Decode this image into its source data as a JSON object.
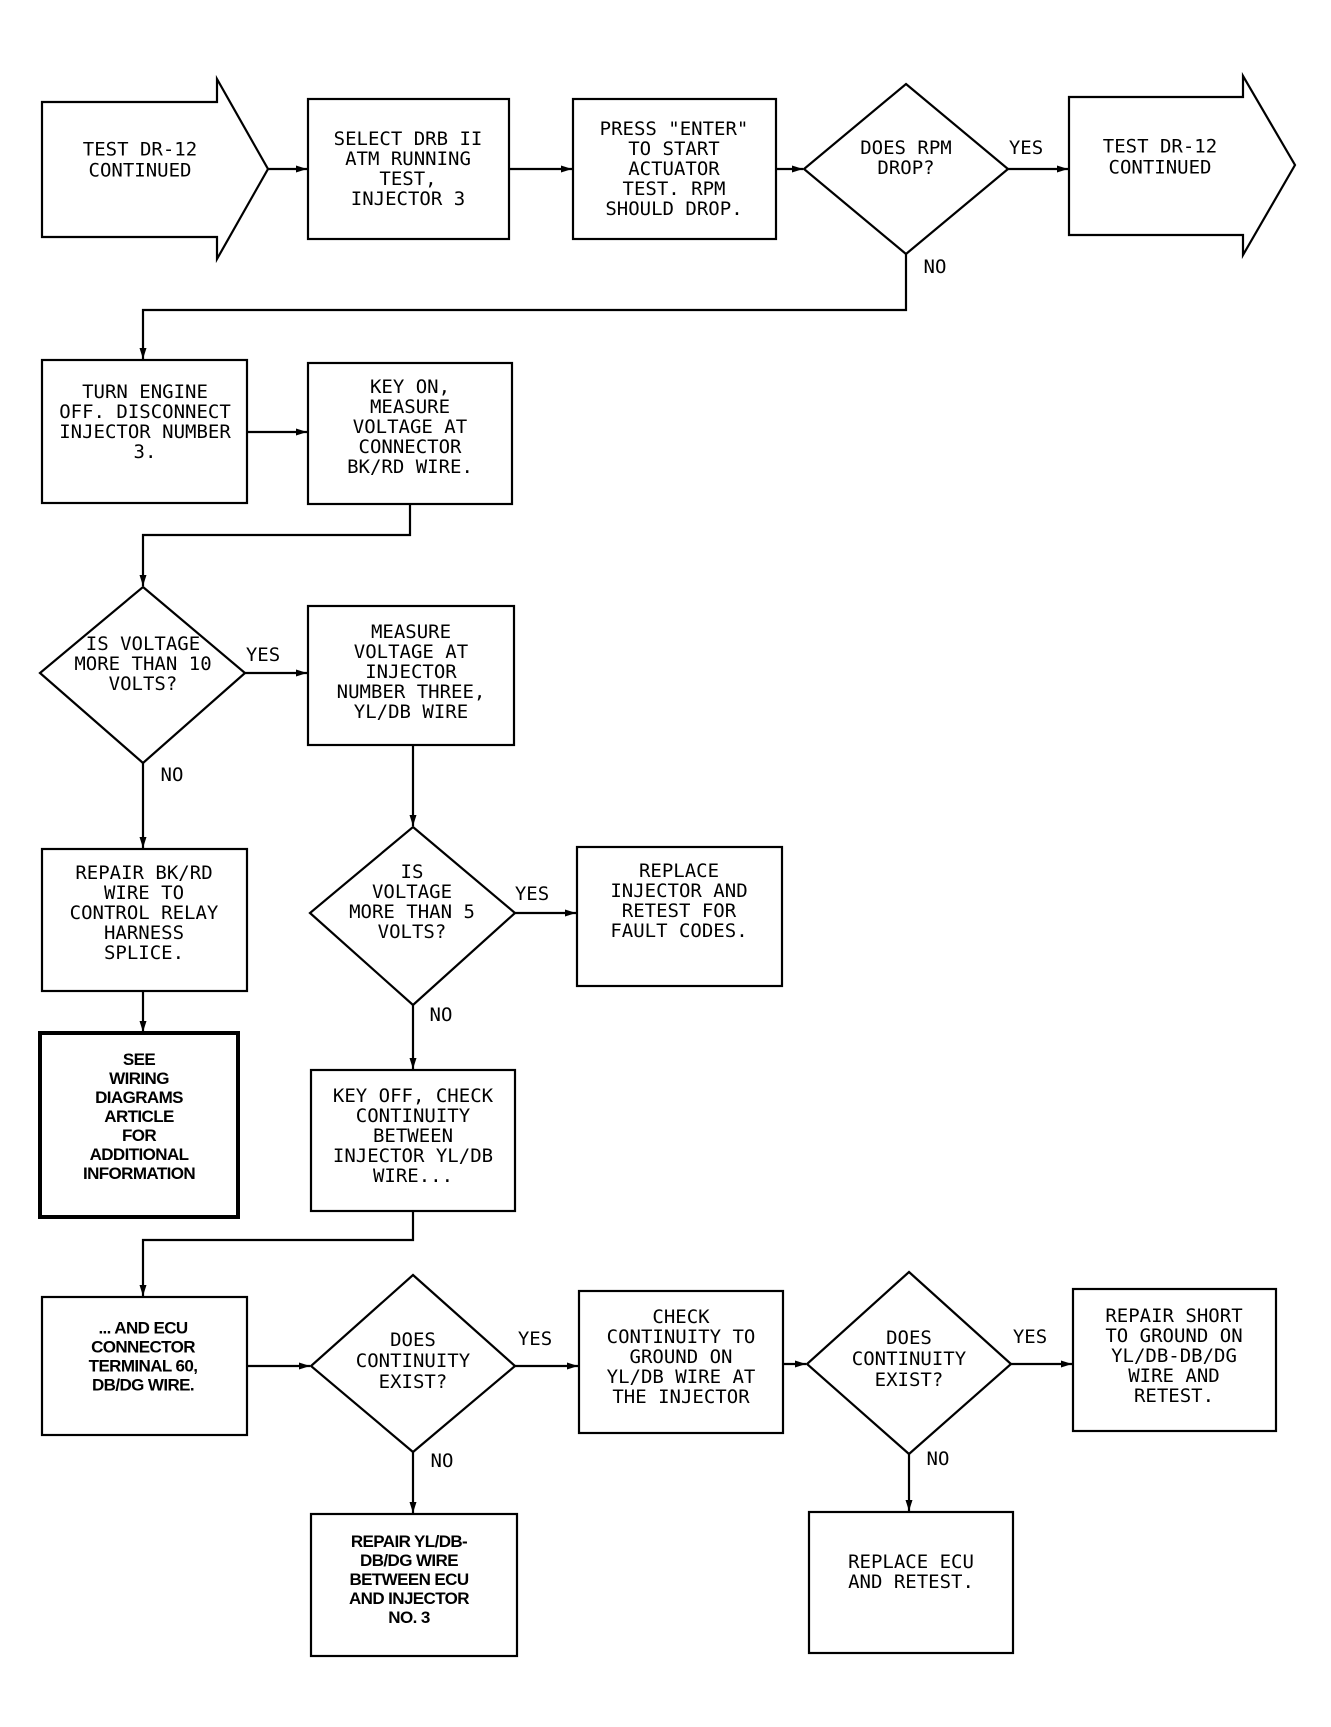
{
  "nodes": {
    "start_arrow": [
      "TEST DR-12",
      "CONTINUED"
    ],
    "select_test": [
      "SELECT DRB II",
      "ATM RUNNING",
      "TEST,",
      "INJECTOR 3"
    ],
    "press_enter": [
      "PRESS \"ENTER\"",
      "TO START",
      "ACTUATOR",
      "TEST. RPM",
      "SHOULD DROP."
    ],
    "rpm_drop": [
      "DOES RPM",
      "DROP?"
    ],
    "end_arrow": [
      "TEST DR-12",
      "CONTINUED"
    ],
    "turn_off": [
      "TURN ENGINE",
      "OFF. DISCONNECT",
      "INJECTOR NUMBER",
      "3."
    ],
    "key_on": [
      "KEY ON,",
      "MEASURE",
      "VOLTAGE AT",
      "CONNECTOR",
      "BK/RD WIRE."
    ],
    "volt10": [
      "IS VOLTAGE",
      "MORE THAN 10",
      "VOLTS?"
    ],
    "measure_inj": [
      "MEASURE",
      "VOLTAGE AT",
      "INJECTOR",
      "NUMBER THREE,",
      "YL/DB WIRE"
    ],
    "repair_bkrd": [
      "REPAIR BK/RD",
      "WIRE TO",
      "CONTROL RELAY",
      "HARNESS",
      "SPLICE."
    ],
    "volt5": [
      "IS",
      "VOLTAGE",
      "MORE THAN 5",
      "VOLTS?"
    ],
    "replace_inj": [
      "REPLACE",
      "INJECTOR AND",
      "RETEST FOR",
      "FAULT CODES."
    ],
    "see_wiring": [
      "SEE",
      "WIRING",
      "DIAGRAMS",
      "ARTICLE",
      "FOR",
      "ADDITIONAL",
      "INFORMATION"
    ],
    "key_off": [
      "KEY OFF, CHECK",
      "CONTINUITY",
      "BETWEEN",
      "INJECTOR YL/DB",
      "WIRE..."
    ],
    "ecu_conn": [
      "... AND ECU",
      "CONNECTOR",
      "TERMINAL 60,",
      "DB/DG WIRE."
    ],
    "cont1": [
      "DOES",
      "CONTINUITY",
      "EXIST?"
    ],
    "check_ground": [
      "CHECK",
      "CONTINUITY TO",
      "GROUND ON",
      "YL/DB WIRE AT",
      "THE INJECTOR"
    ],
    "cont2": [
      "DOES",
      "CONTINUITY",
      "EXIST?"
    ],
    "repair_short": [
      "REPAIR SHORT",
      "TO GROUND ON",
      "YL/DB-DB/DG",
      "WIRE AND",
      "RETEST."
    ],
    "repair_yldb": [
      "REPAIR YL/DB-",
      "DB/DG WIRE",
      "BETWEEN ECU",
      "AND INJECTOR",
      "NO. 3"
    ],
    "replace_ecu": [
      "REPLACE ECU",
      "AND RETEST."
    ]
  },
  "labels": {
    "rpm_yes": "YES",
    "rpm_no": "NO",
    "v10_yes": "YES",
    "v10_no": "NO",
    "v5_yes": "YES",
    "v5_no": "NO",
    "c1_yes": "YES",
    "c1_no": "NO",
    "c2_yes": "YES",
    "c2_no": "NO"
  }
}
